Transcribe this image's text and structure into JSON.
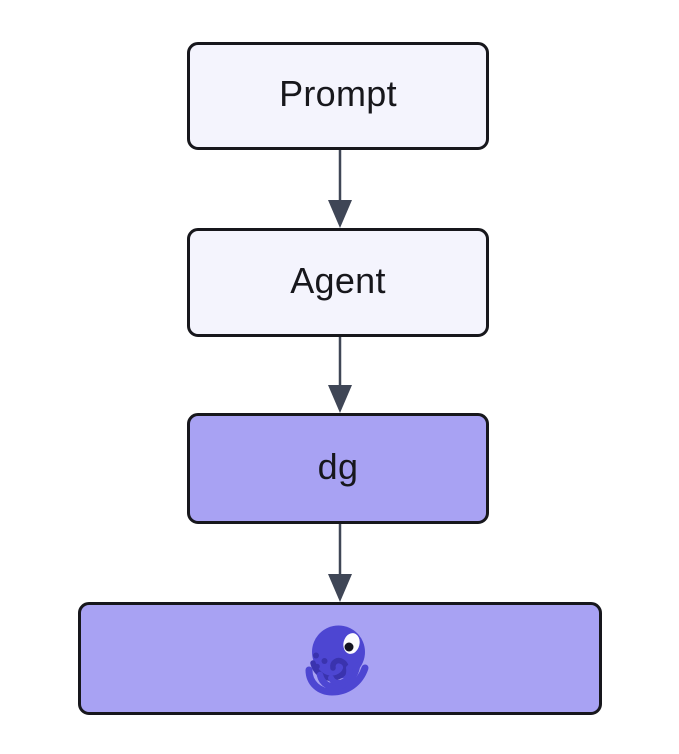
{
  "diagram": {
    "type": "flowchart",
    "direction": "top-down",
    "nodes": [
      {
        "id": "prompt",
        "label": "Prompt",
        "variant": "light"
      },
      {
        "id": "agent",
        "label": "Agent",
        "variant": "light"
      },
      {
        "id": "dg",
        "label": "dg",
        "variant": "purple"
      },
      {
        "id": "octopus",
        "label": "",
        "variant": "purple-wide",
        "icon": "octopus-icon"
      }
    ],
    "edges": [
      {
        "from": "prompt",
        "to": "agent"
      },
      {
        "from": "agent",
        "to": "dg"
      },
      {
        "from": "dg",
        "to": "octopus"
      }
    ],
    "colors": {
      "canvas_bg": "#ffffff",
      "node_light_fill": "#f4f4fd",
      "node_purple_fill": "#a8a2f3",
      "node_border": "#17171c",
      "edge": "#3f4656",
      "text": "#17171c",
      "octopus_body": "#4d46d2",
      "octopus_dark": "#3a33ae",
      "octopus_eye_white": "#fbfbfe",
      "octopus_pupil": "#131320"
    }
  }
}
